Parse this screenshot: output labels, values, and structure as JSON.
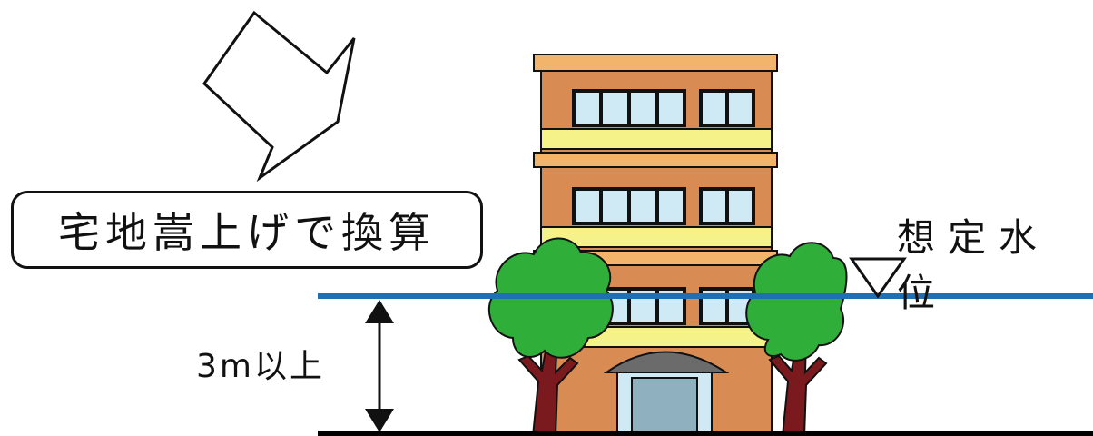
{
  "callout": {
    "label": "宅地嵩上げで換算"
  },
  "water_level": {
    "label": "想定水位"
  },
  "height_marker": {
    "label": "3m以上"
  },
  "colors": {
    "water_line": "#1f6fb4",
    "building_wall": "#d88c54",
    "building_trim": "#f6f28a",
    "window": "#cfe9f5",
    "tree_leaves": "#2fae3a",
    "tree_trunk": "#7a1a1f",
    "ground": "#000000"
  }
}
